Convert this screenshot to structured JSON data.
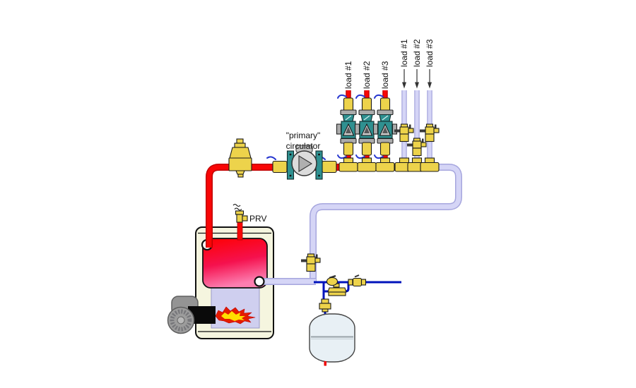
{
  "diagram": {
    "labels": {
      "primary_circulator_line1": "\"primary\"",
      "primary_circulator_line2": "circulator",
      "prv": "PRV",
      "supply_loads": [
        "load #1",
        "load #2",
        "load #3"
      ],
      "return_loads": [
        "load #1",
        "load #2",
        "load #3"
      ]
    },
    "components": [
      "boiler",
      "oil-burner-blower",
      "flame",
      "pressure-relief-valve",
      "air-separator",
      "primary-circulator",
      "isolation-ball-valve",
      "load-circulator",
      "supply-tee",
      "return-tee",
      "purge-valve",
      "expansion-tank",
      "fill-pressure-reducing-valve",
      "backflow-check-valve",
      "makeup-water-ball-valve",
      "makeup-water-line"
    ],
    "colors": {
      "supply": "#F90606",
      "supplyDark": "#C00000",
      "return": "#D5D5F6",
      "returnDark": "#A6A6DE",
      "makeup": "#0013BB",
      "brass": "#EDD34B",
      "flange": "#ABABAB",
      "teal": "#2F9090",
      "handle": "#2636CF",
      "casing": "#F5F5DF",
      "chamber": "#CFCFEF",
      "flameOuter": "#E41B00",
      "flameInner": "#FFDF00",
      "tank": "#E8F0F5"
    }
  }
}
